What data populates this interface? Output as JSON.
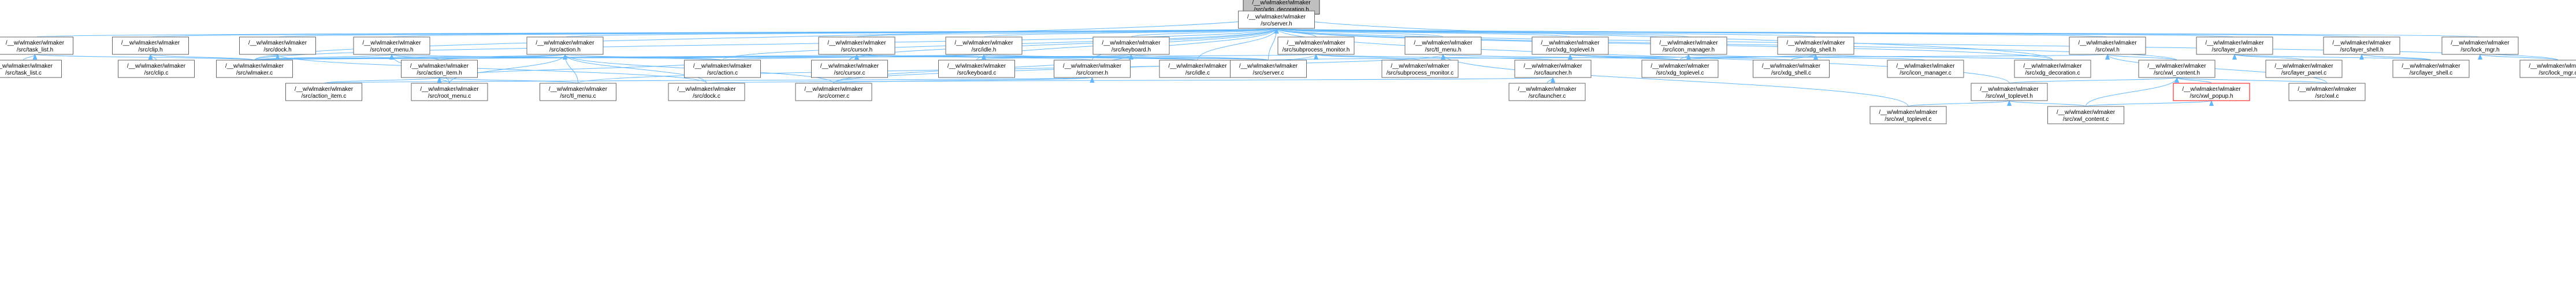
{
  "graph": {
    "colors": {
      "edge": "#63b8ff",
      "node_border": "#666666",
      "root_fill": "#bfbfbf",
      "highlight_border": "#ff0000"
    },
    "nodes": [
      {
        "id": "xdg_decoration_h",
        "line1": "/__w/wlmaker/wlmaker",
        "line2": "/src/xdg_decoration.h",
        "kind": "root"
      },
      {
        "id": "server_h",
        "line1": "/__w/wlmaker/wlmaker",
        "line2": "/src/server.h"
      },
      {
        "id": "task_list_h",
        "line1": "/__w/wlmaker/wlmaker",
        "line2": "/src/task_list.h"
      },
      {
        "id": "clip_h",
        "line1": "/__w/wlmaker/wlmaker",
        "line2": "/src/clip.h"
      },
      {
        "id": "dock_h",
        "line1": "/__w/wlmaker/wlmaker",
        "line2": "/src/dock.h"
      },
      {
        "id": "root_menu_h",
        "line1": "/__w/wlmaker/wlmaker",
        "line2": "/src/root_menu.h"
      },
      {
        "id": "action_h",
        "line1": "/__w/wlmaker/wlmaker",
        "line2": "/src/action.h"
      },
      {
        "id": "cursor_h",
        "line1": "/__w/wlmaker/wlmaker",
        "line2": "/src/cursor.h"
      },
      {
        "id": "idle_h",
        "line1": "/__w/wlmaker/wlmaker",
        "line2": "/src/idle.h"
      },
      {
        "id": "keyboard_h",
        "line1": "/__w/wlmaker/wlmaker",
        "line2": "/src/keyboard.h"
      },
      {
        "id": "subprocess_monitor_h",
        "line1": "/__w/wlmaker/wlmaker",
        "line2": "/src/subprocess_monitor.h"
      },
      {
        "id": "tl_menu_h",
        "line1": "/__w/wlmaker/wlmaker",
        "line2": "/src/tl_menu.h"
      },
      {
        "id": "xdg_toplevel_h",
        "line1": "/__w/wlmaker/wlmaker",
        "line2": "/src/xdg_toplevel.h"
      },
      {
        "id": "icon_manager_h",
        "line1": "/__w/wlmaker/wlmaker",
        "line2": "/src/icon_manager.h"
      },
      {
        "id": "xdg_shell_h",
        "line1": "/__w/wlmaker/wlmaker",
        "line2": "/src/xdg_shell.h"
      },
      {
        "id": "xwl_h",
        "line1": "/__w/wlmaker/wlmaker",
        "line2": "/src/xwl.h"
      },
      {
        "id": "layer_panel_h",
        "line1": "/__w/wlmaker/wlmaker",
        "line2": "/src/layer_panel.h"
      },
      {
        "id": "layer_shell_h",
        "line1": "/__w/wlmaker/wlmaker",
        "line2": "/src/layer_shell.h"
      },
      {
        "id": "lock_mgr_h",
        "line1": "/__w/wlmaker/wlmaker",
        "line2": "/src/lock_mgr.h"
      },
      {
        "id": "task_list_c",
        "line1": "/__w/wlmaker/wlmaker",
        "line2": "/src/task_list.c"
      },
      {
        "id": "clip_c",
        "line1": "/__w/wlmaker/wlmaker",
        "line2": "/src/clip.c"
      },
      {
        "id": "wlmaker_c",
        "line1": "/__w/wlmaker/wlmaker",
        "line2": "/src/wlmaker.c"
      },
      {
        "id": "action_item_h",
        "line1": "/__w/wlmaker/wlmaker",
        "line2": "/src/action_item.h"
      },
      {
        "id": "action_c",
        "line1": "/__w/wlmaker/wlmaker",
        "line2": "/src/action.c"
      },
      {
        "id": "cursor_c",
        "line1": "/__w/wlmaker/wlmaker",
        "line2": "/src/cursor.c"
      },
      {
        "id": "keyboard_c",
        "line1": "/__w/wlmaker/wlmaker",
        "line2": "/src/keyboard.c"
      },
      {
        "id": "corner_h",
        "line1": "/__w/wlmaker/wlmaker",
        "line2": "/src/corner.h"
      },
      {
        "id": "idle_c",
        "line1": "/__w/wlmaker/wlmaker",
        "line2": "/src/idle.c"
      },
      {
        "id": "server_c",
        "line1": "/__w/wlmaker/wlmaker",
        "line2": "/src/server.c"
      },
      {
        "id": "subprocess_monitor_c",
        "line1": "/__w/wlmaker/wlmaker",
        "line2": "/src/subprocess_monitor.c"
      },
      {
        "id": "launcher_h",
        "line1": "/__w/wlmaker/wlmaker",
        "line2": "/src/launcher.h"
      },
      {
        "id": "xdg_toplevel_c",
        "line1": "/__w/wlmaker/wlmaker",
        "line2": "/src/xdg_toplevel.c"
      },
      {
        "id": "xdg_shell_c",
        "line1": "/__w/wlmaker/wlmaker",
        "line2": "/src/xdg_shell.c"
      },
      {
        "id": "icon_manager_c",
        "line1": "/__w/wlmaker/wlmaker",
        "line2": "/src/icon_manager.c"
      },
      {
        "id": "xdg_decoration_c",
        "line1": "/__w/wlmaker/wlmaker",
        "line2": "/src/xdg_decoration.c"
      },
      {
        "id": "xwl_content_h",
        "line1": "/__w/wlmaker/wlmaker",
        "line2": "/src/xwl_content.h"
      },
      {
        "id": "layer_panel_c",
        "line1": "/__w/wlmaker/wlmaker",
        "line2": "/src/layer_panel.c"
      },
      {
        "id": "layer_shell_c",
        "line1": "/__w/wlmaker/wlmaker",
        "line2": "/src/layer_shell.c"
      },
      {
        "id": "lock_mgr_c",
        "line1": "/__w/wlmaker/wlmaker",
        "line2": "/src/lock_mgr.c"
      },
      {
        "id": "action_item_c",
        "line1": "/__w/wlmaker/wlmaker",
        "line2": "/src/action_item.c"
      },
      {
        "id": "root_menu_c",
        "line1": "/__w/wlmaker/wlmaker",
        "line2": "/src/root_menu.c"
      },
      {
        "id": "tl_menu_c",
        "line1": "/__w/wlmaker/wlmaker",
        "line2": "/src/tl_menu.c"
      },
      {
        "id": "dock_c",
        "line1": "/__w/wlmaker/wlmaker",
        "line2": "/src/dock.c"
      },
      {
        "id": "corner_c",
        "line1": "/__w/wlmaker/wlmaker",
        "line2": "/src/corner.c"
      },
      {
        "id": "launcher_c",
        "line1": "/__w/wlmaker/wlmaker",
        "line2": "/src/launcher.c"
      },
      {
        "id": "xwl_toplevel_h",
        "line1": "/__w/wlmaker/wlmaker",
        "line2": "/src/xwl_toplevel.h"
      },
      {
        "id": "xwl_popup_h",
        "line1": "/__w/wlmaker/wlmaker",
        "line2": "/src/xwl_popup.h",
        "kind": "highlight"
      },
      {
        "id": "xwl_c",
        "line1": "/__w/wlmaker/wlmaker",
        "line2": "/src/xwl.c"
      },
      {
        "id": "xwl_toplevel_c",
        "line1": "/__w/wlmaker/wlmaker",
        "line2": "/src/xwl_toplevel.c"
      },
      {
        "id": "xwl_content_c",
        "line1": "/__w/wlmaker/wlmaker",
        "line2": "/src/xwl_content.c"
      }
    ],
    "edges": [
      [
        "xdg_decoration_h",
        "server_h"
      ],
      [
        "xdg_decoration_h",
        "xdg_decoration_c"
      ],
      [
        "xdg_decoration_h",
        "wlmaker_c"
      ],
      [
        "server_h",
        "task_list_h"
      ],
      [
        "server_h",
        "clip_h"
      ],
      [
        "server_h",
        "dock_h"
      ],
      [
        "server_h",
        "root_menu_h"
      ],
      [
        "server_h",
        "action_h"
      ],
      [
        "server_h",
        "cursor_h"
      ],
      [
        "server_h",
        "idle_h"
      ],
      [
        "server_h",
        "keyboard_h"
      ],
      [
        "server_h",
        "subprocess_monitor_h"
      ],
      [
        "server_h",
        "tl_menu_h"
      ],
      [
        "server_h",
        "xdg_toplevel_h"
      ],
      [
        "server_h",
        "icon_manager_h"
      ],
      [
        "server_h",
        "xdg_shell_h"
      ],
      [
        "server_h",
        "xwl_h"
      ],
      [
        "server_h",
        "layer_panel_h"
      ],
      [
        "server_h",
        "layer_shell_h"
      ],
      [
        "server_h",
        "lock_mgr_h"
      ],
      [
        "server_h",
        "action_c"
      ],
      [
        "server_h",
        "wlmaker_c"
      ],
      [
        "server_h",
        "corner_h"
      ],
      [
        "server_h",
        "server_c"
      ],
      [
        "server_h",
        "xwl_content_h"
      ],
      [
        "server_h",
        "xwl_toplevel_h"
      ],
      [
        "server_h",
        "xdg_decoration_c"
      ],
      [
        "server_h",
        "lock_mgr_c"
      ],
      [
        "server_h",
        "keyboard_c"
      ],
      [
        "server_h",
        "cursor_c"
      ],
      [
        "server_h",
        "idle_c"
      ],
      [
        "task_list_h",
        "task_list_c"
      ],
      [
        "task_list_h",
        "wlmaker_c"
      ],
      [
        "clip_h",
        "clip_c"
      ],
      [
        "clip_h",
        "wlmaker_c"
      ],
      [
        "dock_h",
        "dock_c"
      ],
      [
        "dock_h",
        "wlmaker_c"
      ],
      [
        "root_menu_h",
        "root_menu_c"
      ],
      [
        "root_menu_h",
        "action_item_h"
      ],
      [
        "root_menu_h",
        "wlmaker_c"
      ],
      [
        "root_menu_h",
        "action_c"
      ],
      [
        "action_h",
        "action_c"
      ],
      [
        "action_h",
        "action_item_h"
      ],
      [
        "action_h",
        "dock_c"
      ],
      [
        "action_h",
        "corner_c"
      ],
      [
        "action_h",
        "wlmaker_c"
      ],
      [
        "action_h",
        "root_menu_c"
      ],
      [
        "action_h",
        "tl_menu_c"
      ],
      [
        "cursor_h",
        "cursor_c"
      ],
      [
        "cursor_h",
        "corner_h"
      ],
      [
        "cursor_h",
        "wlmaker_c"
      ],
      [
        "cursor_h",
        "server_c"
      ],
      [
        "cursor_h",
        "idle_c"
      ],
      [
        "idle_h",
        "idle_c"
      ],
      [
        "idle_h",
        "wlmaker_c"
      ],
      [
        "idle_h",
        "action_c"
      ],
      [
        "idle_h",
        "server_c"
      ],
      [
        "keyboard_h",
        "keyboard_c"
      ],
      [
        "keyboard_h",
        "server_c"
      ],
      [
        "keyboard_h",
        "corner_c"
      ],
      [
        "subprocess_monitor_h",
        "subprocess_monitor_c"
      ],
      [
        "subprocess_monitor_h",
        "launcher_h"
      ],
      [
        "subprocess_monitor_h",
        "wlmaker_c"
      ],
      [
        "subprocess_monitor_h",
        "corner_c"
      ],
      [
        "tl_menu_h",
        "tl_menu_c"
      ],
      [
        "tl_menu_h",
        "xdg_toplevel_c"
      ],
      [
        "tl_menu_h",
        "xwl_toplevel_c"
      ],
      [
        "xdg_toplevel_h",
        "xdg_toplevel_c"
      ],
      [
        "xdg_toplevel_h",
        "xdg_shell_c"
      ],
      [
        "icon_manager_h",
        "icon_manager_c"
      ],
      [
        "icon_manager_h",
        "xdg_toplevel_c"
      ],
      [
        "xdg_shell_h",
        "xdg_shell_c"
      ],
      [
        "xdg_shell_h",
        "xdg_toplevel_c"
      ],
      [
        "xdg_shell_h",
        "xdg_decoration_c"
      ],
      [
        "xwl_h",
        "xwl_content_h"
      ],
      [
        "xwl_h",
        "xwl_c"
      ],
      [
        "xwl_h",
        "server_c"
      ],
      [
        "layer_panel_h",
        "layer_panel_c"
      ],
      [
        "layer_panel_h",
        "layer_shell_c"
      ],
      [
        "layer_shell_h",
        "layer_shell_c"
      ],
      [
        "lock_mgr_h",
        "lock_mgr_c"
      ],
      [
        "action_item_h",
        "action_item_c"
      ],
      [
        "action_item_h",
        "root_menu_c"
      ],
      [
        "action_item_h",
        "tl_menu_c"
      ],
      [
        "action_item_h",
        "action_c"
      ],
      [
        "corner_h",
        "corner_c"
      ],
      [
        "corner_h",
        "action_item_c"
      ],
      [
        "launcher_h",
        "launcher_c"
      ],
      [
        "launcher_h",
        "dock_c"
      ],
      [
        "xwl_content_h",
        "xwl_toplevel_h"
      ],
      [
        "xwl_content_h",
        "xwl_popup_h"
      ],
      [
        "xwl_content_h",
        "xwl_c"
      ],
      [
        "xwl_content_h",
        "xwl_content_c"
      ],
      [
        "xwl_toplevel_h",
        "xwl_toplevel_c"
      ],
      [
        "xwl_toplevel_h",
        "xwl_content_c"
      ],
      [
        "xwl_popup_h",
        "xwl_content_c"
      ]
    ]
  }
}
